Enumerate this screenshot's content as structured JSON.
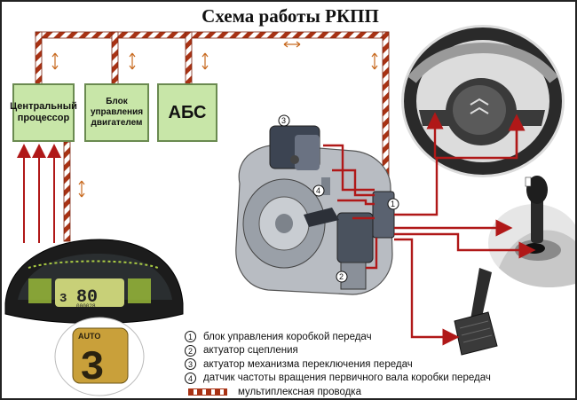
{
  "title": "Схема работы РКПП",
  "boxes": {
    "cpu": "Центральный процессор",
    "ecu": "Блок управления двигателем",
    "abs": "АБС"
  },
  "markers": [
    "1",
    "2",
    "3",
    "4"
  ],
  "dashboard": {
    "speed": "80",
    "odometer": "000028",
    "gear_small": "3",
    "gear_label": "AUTO",
    "gear_big": "3"
  },
  "legend": [
    {
      "num": "1",
      "text": "блок управления коробкой передач"
    },
    {
      "num": "2",
      "text": "актуатор сцепления"
    },
    {
      "num": "3",
      "text": "актуатор механизма переключения передач"
    },
    {
      "num": "4",
      "text": "датчик частоты вращения первичного вала коробки передач"
    }
  ],
  "legend_line": "мультиплексная проводка",
  "colors": {
    "bus_stripe": "#a83214",
    "wire": "#b01818",
    "box_fill": "#c8e6a8"
  }
}
